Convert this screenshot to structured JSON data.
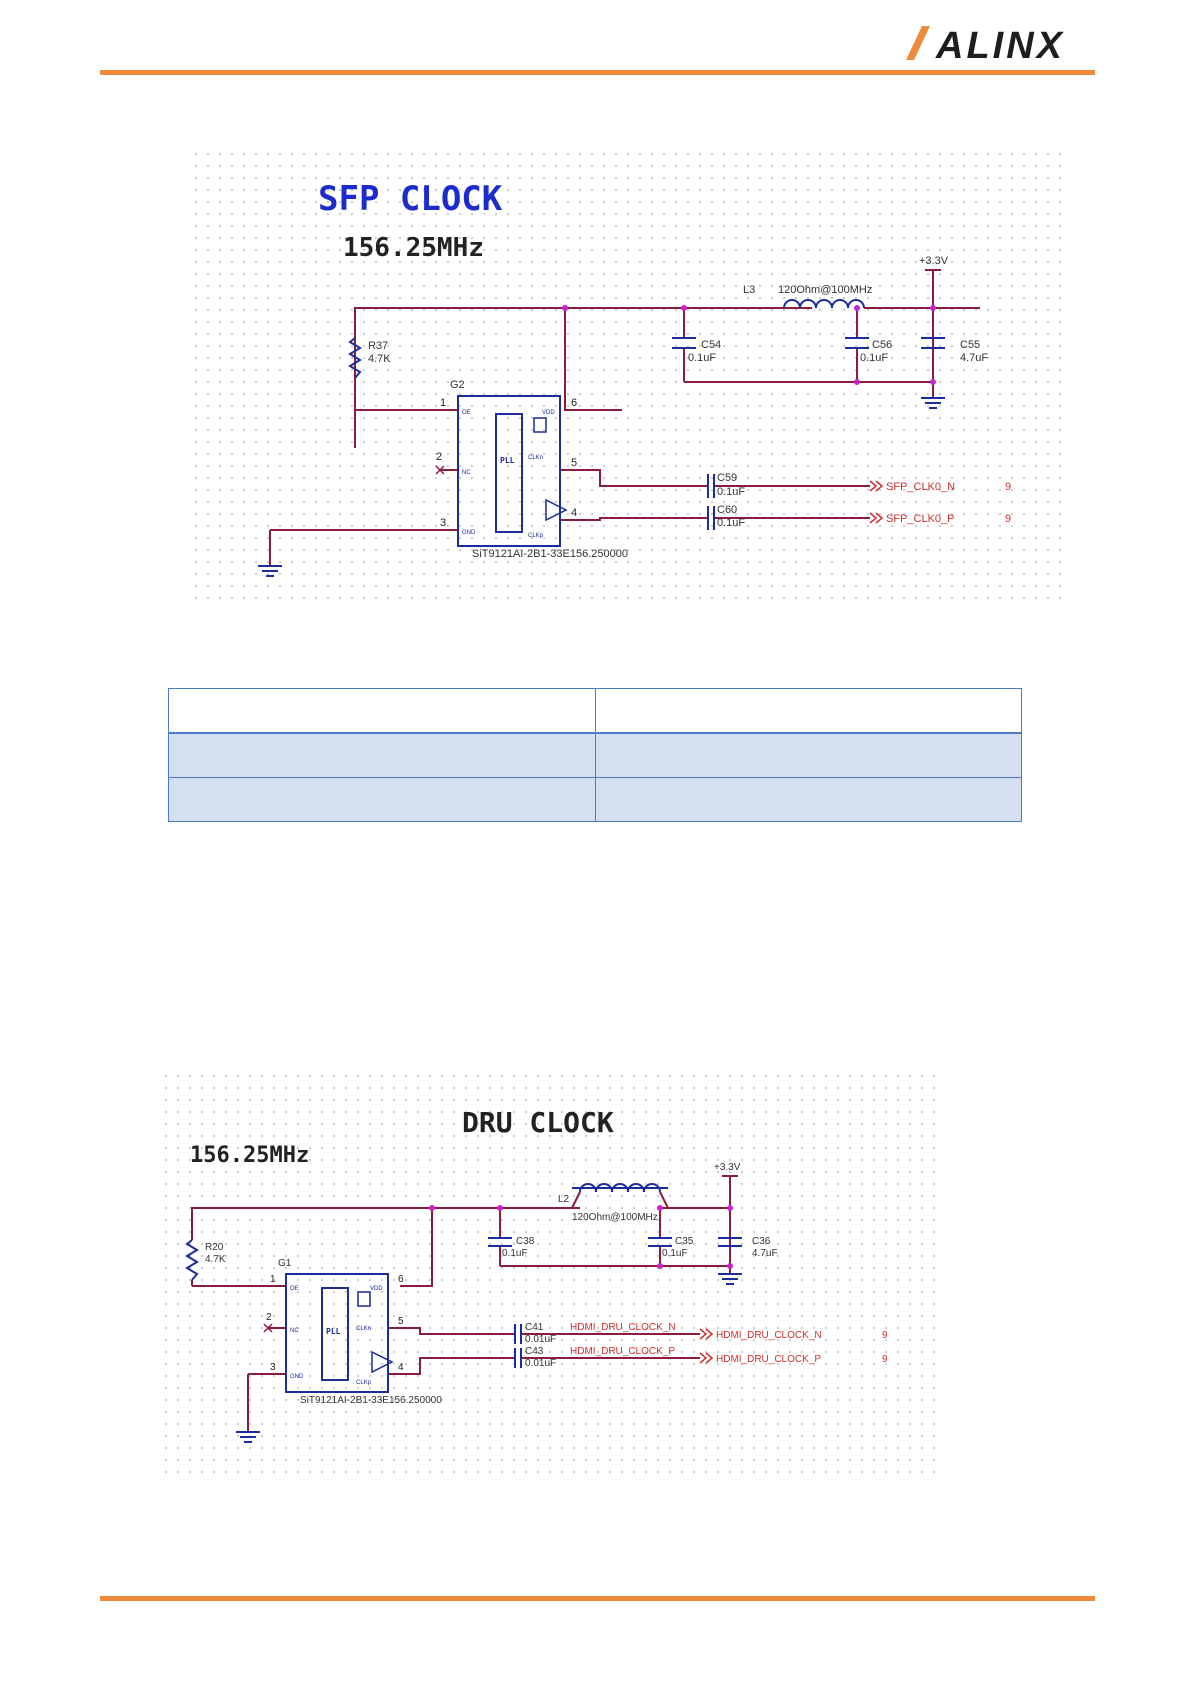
{
  "header": {
    "logo_text": "ALINX",
    "accent_color": "#ee8a3a"
  },
  "sfp_schematic": {
    "title": "SFP CLOCK",
    "frequency": "156.25MHz",
    "supply": "+3.3V",
    "inductor": {
      "ref": "L3",
      "value": "120Ohm@100MHz"
    },
    "resistor": {
      "ref": "R37",
      "value": "4.7K"
    },
    "capacitors": [
      {
        "ref": "C54",
        "value": "0.1uF"
      },
      {
        "ref": "C56",
        "value": "0.1uF"
      },
      {
        "ref": "C55",
        "value": "4.7uF"
      },
      {
        "ref": "C59",
        "value": "0.1uF"
      },
      {
        "ref": "C60",
        "value": "0.1uF"
      }
    ],
    "chip": {
      "ref": "G2",
      "part": "SiT9121AI-2B1-33E156.250000",
      "block": "PLL",
      "pins": {
        "oe": "OE",
        "nc": "NC",
        "gnd": "GND",
        "vdd": "VDD",
        "clkn": "CLKn",
        "clkp": "CLKp"
      },
      "pin_numbers": [
        "1",
        "2",
        "3",
        "4",
        "5",
        "6"
      ]
    },
    "nets": {
      "n": "SFP_CLK0_N",
      "p": "SFP_CLK0_P",
      "page_ref": "9"
    }
  },
  "dru_schematic": {
    "title": "DRU CLOCK",
    "frequency": "156.25MHz",
    "supply": "+3.3V",
    "inductor": {
      "ref": "L2",
      "value": "120Ohm@100MHz"
    },
    "resistor": {
      "ref": "R20",
      "value": "4.7K"
    },
    "capacitors": [
      {
        "ref": "C38",
        "value": "0.1uF"
      },
      {
        "ref": "C35",
        "value": "0.1uF"
      },
      {
        "ref": "C36",
        "value": "4.7uF"
      },
      {
        "ref": "C41",
        "value": "0.01uF"
      },
      {
        "ref": "C43",
        "value": "0.01uF"
      }
    ],
    "chip": {
      "ref": "G1",
      "part": "SiT9121AI-2B1-33E156.250000",
      "block": "PLL",
      "pins": {
        "oe": "OE",
        "nc": "NC",
        "gnd": "GND",
        "vdd": "VDD",
        "clkn": "CLKn",
        "clkp": "CLKp"
      },
      "pin_numbers": [
        "1",
        "2",
        "3",
        "4",
        "5",
        "6"
      ]
    },
    "nets": {
      "n": "HDMI_DRU_CLOCK_N",
      "p": "HDMI_DRU_CLOCK_P",
      "page_ref": "9"
    }
  },
  "colors": {
    "wire": "#8b1c3c",
    "component": "#1c2c9c",
    "net_label": "#d03030",
    "junction": "#cc22cc",
    "table_border": "#4a7ac8",
    "table_fill": "#d4e0f2"
  }
}
